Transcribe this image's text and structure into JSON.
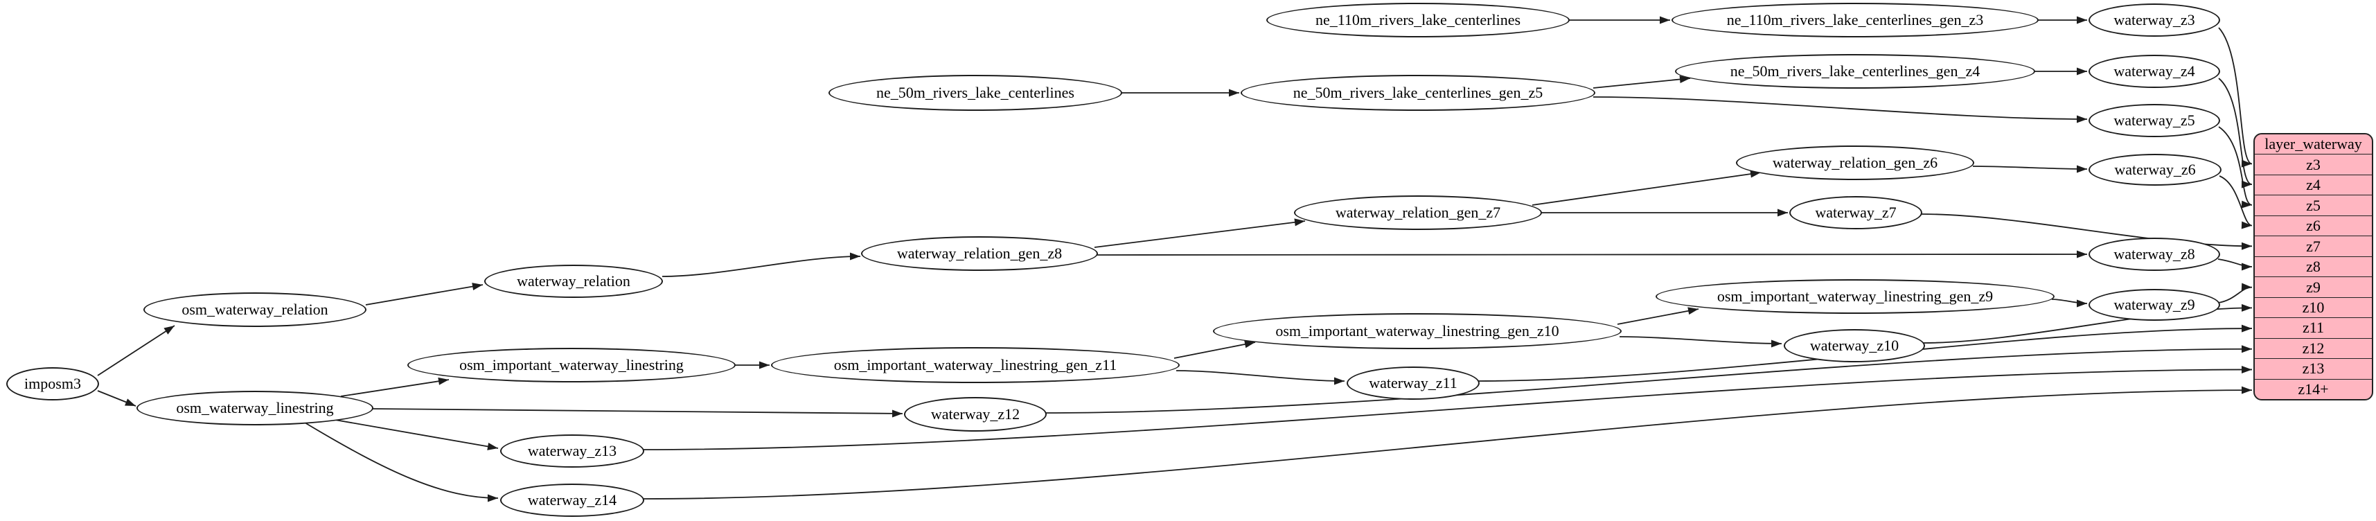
{
  "diagram": {
    "colors": {
      "background": "#ffffff",
      "node_fill": "#ffffff",
      "node_border": "#1c1c1c",
      "edge": "#1c1c1c",
      "table_fill": "#ffb6c1",
      "table_border": "#222222",
      "text": "#000000"
    },
    "nodes": [
      {
        "id": "imposm3",
        "label": "imposm3"
      },
      {
        "id": "osm_waterway_relation",
        "label": "osm_waterway_relation"
      },
      {
        "id": "osm_waterway_linestring",
        "label": "osm_waterway_linestring"
      },
      {
        "id": "waterway_relation",
        "label": "waterway_relation"
      },
      {
        "id": "osm_important_waterway_linestring",
        "label": "osm_important_waterway_linestring"
      },
      {
        "id": "waterway_z13",
        "label": "waterway_z13"
      },
      {
        "id": "waterway_z14",
        "label": "waterway_z14"
      },
      {
        "id": "ne_50m_rivers_lake_centerlines",
        "label": "ne_50m_rivers_lake_centerlines"
      },
      {
        "id": "waterway_relation_gen_z8",
        "label": "waterway_relation_gen_z8"
      },
      {
        "id": "osm_important_waterway_linestring_gen_z11",
        "label": "osm_important_waterway_linestring_gen_z11"
      },
      {
        "id": "waterway_z12",
        "label": "waterway_z12"
      },
      {
        "id": "ne_110m_rivers_lake_centerlines",
        "label": "ne_110m_rivers_lake_centerlines"
      },
      {
        "id": "ne_50m_rivers_lake_centerlines_gen_z5",
        "label": "ne_50m_rivers_lake_centerlines_gen_z5"
      },
      {
        "id": "waterway_relation_gen_z7",
        "label": "waterway_relation_gen_z7"
      },
      {
        "id": "osm_important_waterway_linestring_gen_z10",
        "label": "osm_important_waterway_linestring_gen_z10"
      },
      {
        "id": "waterway_z11",
        "label": "waterway_z11"
      },
      {
        "id": "ne_110m_rivers_lake_centerlines_gen_z3",
        "label": "ne_110m_rivers_lake_centerlines_gen_z3"
      },
      {
        "id": "ne_50m_rivers_lake_centerlines_gen_z4",
        "label": "ne_50m_rivers_lake_centerlines_gen_z4"
      },
      {
        "id": "waterway_relation_gen_z6",
        "label": "waterway_relation_gen_z6"
      },
      {
        "id": "waterway_z7",
        "label": "waterway_z7"
      },
      {
        "id": "osm_important_waterway_linestring_gen_z9",
        "label": "osm_important_waterway_linestring_gen_z9"
      },
      {
        "id": "waterway_z10",
        "label": "waterway_z10"
      },
      {
        "id": "waterway_z3",
        "label": "waterway_z3"
      },
      {
        "id": "waterway_z4",
        "label": "waterway_z4"
      },
      {
        "id": "waterway_z5",
        "label": "waterway_z5"
      },
      {
        "id": "waterway_z6",
        "label": "waterway_z6"
      },
      {
        "id": "waterway_z8",
        "label": "waterway_z8"
      },
      {
        "id": "waterway_z9",
        "label": "waterway_z9"
      }
    ],
    "table": {
      "title": "layer_waterway",
      "rows": [
        "z3",
        "z4",
        "z5",
        "z6",
        "z7",
        "z8",
        "z9",
        "z10",
        "z11",
        "z12",
        "z13",
        "z14+"
      ]
    },
    "edges": [
      {
        "from": "imposm3",
        "to": "osm_waterway_relation"
      },
      {
        "from": "imposm3",
        "to": "osm_waterway_linestring"
      },
      {
        "from": "osm_waterway_relation",
        "to": "waterway_relation"
      },
      {
        "from": "waterway_relation",
        "to": "waterway_relation_gen_z8"
      },
      {
        "from": "waterway_relation_gen_z8",
        "to": "waterway_relation_gen_z7"
      },
      {
        "from": "waterway_relation_gen_z7",
        "to": "waterway_relation_gen_z6"
      },
      {
        "from": "waterway_relation_gen_z8",
        "to": "waterway_z8"
      },
      {
        "from": "waterway_relation_gen_z7",
        "to": "waterway_z7"
      },
      {
        "from": "waterway_relation_gen_z6",
        "to": "waterway_z6"
      },
      {
        "from": "osm_waterway_linestring",
        "to": "osm_important_waterway_linestring"
      },
      {
        "from": "osm_waterway_linestring",
        "to": "waterway_z12"
      },
      {
        "from": "osm_waterway_linestring",
        "to": "waterway_z13"
      },
      {
        "from": "osm_waterway_linestring",
        "to": "waterway_z14"
      },
      {
        "from": "osm_important_waterway_linestring",
        "to": "osm_important_waterway_linestring_gen_z11"
      },
      {
        "from": "osm_important_waterway_linestring_gen_z11",
        "to": "osm_important_waterway_linestring_gen_z10"
      },
      {
        "from": "osm_important_waterway_linestring_gen_z11",
        "to": "waterway_z11"
      },
      {
        "from": "osm_important_waterway_linestring_gen_z10",
        "to": "osm_important_waterway_linestring_gen_z9"
      },
      {
        "from": "osm_important_waterway_linestring_gen_z10",
        "to": "waterway_z10"
      },
      {
        "from": "osm_important_waterway_linestring_gen_z9",
        "to": "waterway_z9"
      },
      {
        "from": "ne_110m_rivers_lake_centerlines",
        "to": "ne_110m_rivers_lake_centerlines_gen_z3"
      },
      {
        "from": "ne_110m_rivers_lake_centerlines_gen_z3",
        "to": "waterway_z3"
      },
      {
        "from": "ne_50m_rivers_lake_centerlines",
        "to": "ne_50m_rivers_lake_centerlines_gen_z5"
      },
      {
        "from": "ne_50m_rivers_lake_centerlines_gen_z5",
        "to": "ne_50m_rivers_lake_centerlines_gen_z4"
      },
      {
        "from": "ne_50m_rivers_lake_centerlines_gen_z5",
        "to": "waterway_z5"
      },
      {
        "from": "ne_50m_rivers_lake_centerlines_gen_z4",
        "to": "waterway_z4"
      },
      {
        "from": "waterway_z3",
        "to": "layer_waterway.z3"
      },
      {
        "from": "waterway_z4",
        "to": "layer_waterway.z4"
      },
      {
        "from": "waterway_z5",
        "to": "layer_waterway.z5"
      },
      {
        "from": "waterway_z6",
        "to": "layer_waterway.z6"
      },
      {
        "from": "waterway_z7",
        "to": "layer_waterway.z7"
      },
      {
        "from": "waterway_z8",
        "to": "layer_waterway.z8"
      },
      {
        "from": "waterway_z9",
        "to": "layer_waterway.z9"
      },
      {
        "from": "waterway_z10",
        "to": "layer_waterway.z10"
      },
      {
        "from": "waterway_z11",
        "to": "layer_waterway.z11"
      },
      {
        "from": "waterway_z12",
        "to": "layer_waterway.z12"
      },
      {
        "from": "waterway_z13",
        "to": "layer_waterway.z13"
      },
      {
        "from": "waterway_z14",
        "to": "layer_waterway.z14+"
      }
    ]
  }
}
